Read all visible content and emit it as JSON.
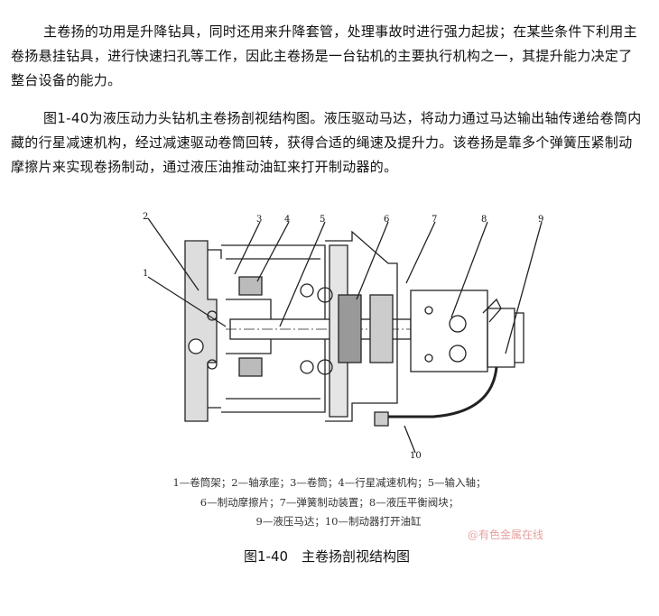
{
  "paragraphs": [
    "主卷扬的功用是升降钻具，同时还用来升降套管，处理事故时进行强力起拔；在某些条件下利用主卷扬悬挂钻具，进行快速扫孔等工作，因此主卷扬是一台钻机的主要执行机构之一，其提升能力决定了整台设备的能力。",
    "图1-40为液压动力头钻机主卷扬剖视结构图。液压驱动马达，将动力通过马达输出轴传递给卷筒内藏的行星减速机构，经过减速驱动卷筒回转，获得合适的绳速及提升力。该卷扬是靠多个弹簧压紧制动摩擦片来实现卷扬制动，通过液压油推动油缸来打开制动器的。"
  ],
  "figure": {
    "labels": [
      "1",
      "2",
      "3",
      "4",
      "5",
      "6",
      "7",
      "8",
      "9",
      "10"
    ],
    "legend": [
      "1—卷筒架；2—轴承座；3—卷筒；4—行星减速机构；5—输入轴；",
      "6—制动摩擦片；7—弹簧制动装置；8—液压平衡阀块；",
      "9—液压马达；10—制动器打开油缸"
    ],
    "watermark": "@有色金属在线",
    "caption": "图1-40　主卷扬剖视结构图"
  }
}
